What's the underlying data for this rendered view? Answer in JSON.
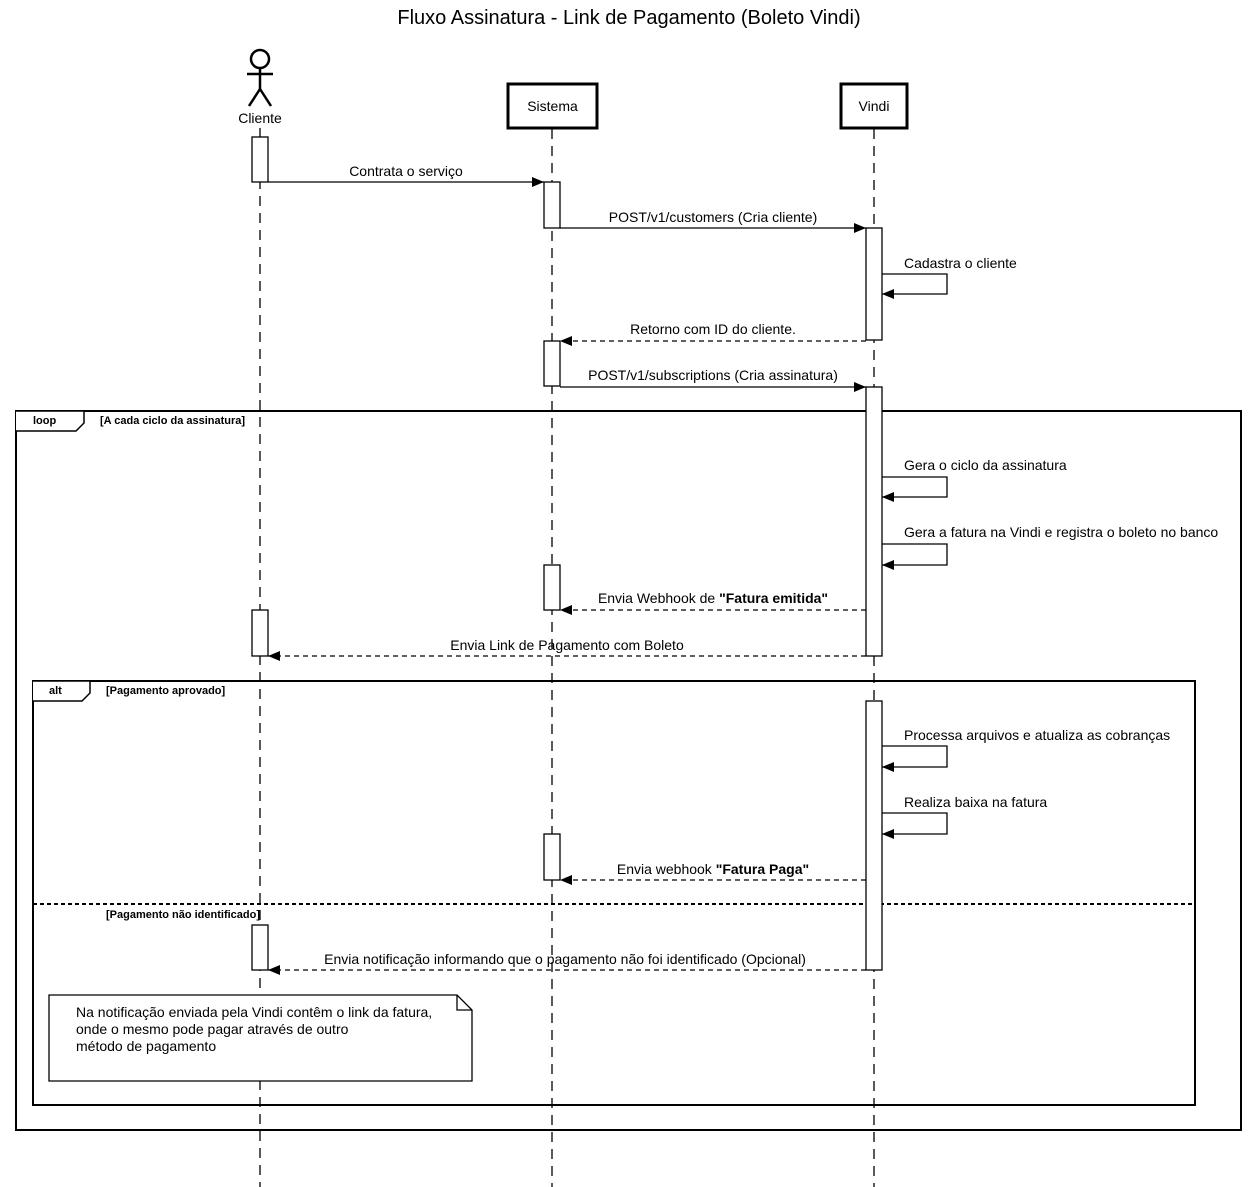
{
  "title": "Fluxo Assinatura - Link de Pagamento (Boleto Vindi)",
  "participants": {
    "cliente": "Cliente",
    "sistema": "Sistema",
    "vindi": "Vindi"
  },
  "messages": {
    "m1": "Contrata o serviço",
    "m2": "POST/v1/customers (Cria cliente)",
    "m3": "Cadastra o cliente",
    "m4": "Retorno com ID do cliente.",
    "m5": "POST/v1/subscriptions (Cria assinatura)",
    "m6": "Gera o ciclo da assinatura",
    "m7": "Gera a fatura na Vindi e registra o boleto no banco",
    "m8_prefix": "Envia Webhook de ",
    "m8_bold": "\"Fatura emitida\"",
    "m9": "Envia Link de Pagamento com Boleto",
    "m10": "Processa arquivos  e atualiza as cobranças",
    "m11": "Realiza baixa na fatura",
    "m12_prefix": "Envia webhook ",
    "m12_bold": "\"Fatura Paga\"",
    "m13": "Envia notificação informando que o pagamento não foi identificado (Opcional)"
  },
  "frames": {
    "loop": {
      "keyword": "loop",
      "guard": "[A cada ciclo da assinatura]"
    },
    "alt": {
      "keyword": "alt",
      "guard1": "[Pagamento aprovado]",
      "guard2": "[Pagamento não identificado]"
    }
  },
  "note": {
    "line1": "Na notificação enviada pela Vindi contêm o link da fatura,",
    "line2": "onde o mesmo pode pagar através de outro",
    "line3": "método de pagamento"
  }
}
